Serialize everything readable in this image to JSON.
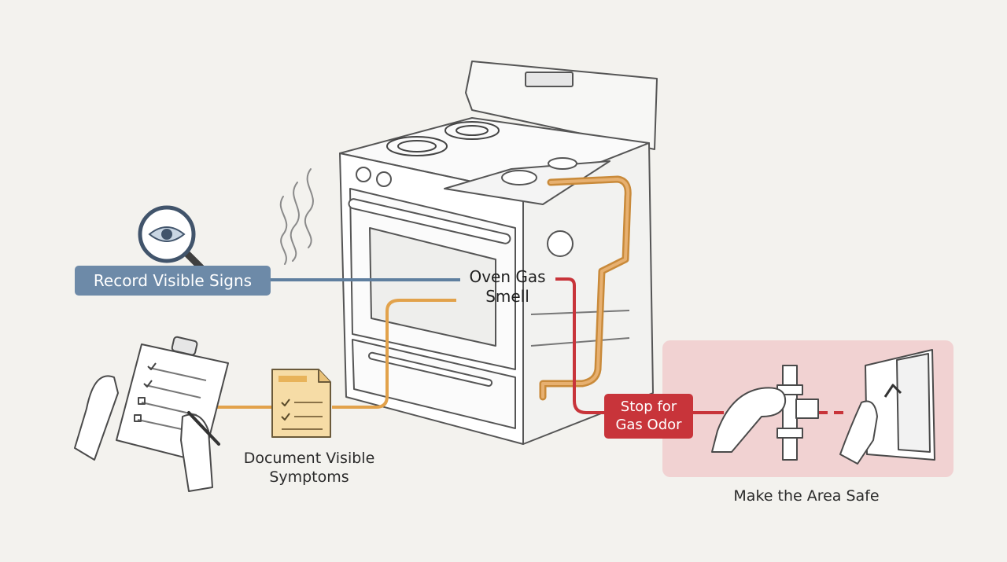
{
  "center": {
    "line1": "Oven Gas",
    "line2": "Smell"
  },
  "record": {
    "label": "Record Visible Signs"
  },
  "document": {
    "line1": "Document Visible",
    "line2": "Symptoms"
  },
  "stop": {
    "line1": "Stop for",
    "line2": "Gas Odor"
  },
  "safe": {
    "label": "Make the Area Safe"
  },
  "colors": {
    "background": "#f3f2ee",
    "blue_path": "#5f7f9f",
    "orange_path": "#e2a24b",
    "red_path": "#c8343a",
    "safe_panel": "#f1d2d2",
    "ink": "#4a4a4a"
  },
  "icons": [
    "magnifier-eye-icon",
    "clipboard-icon",
    "document-icon",
    "gas-valve-hand-icon",
    "window-open-hand-icon",
    "smell-wave-icon"
  ]
}
